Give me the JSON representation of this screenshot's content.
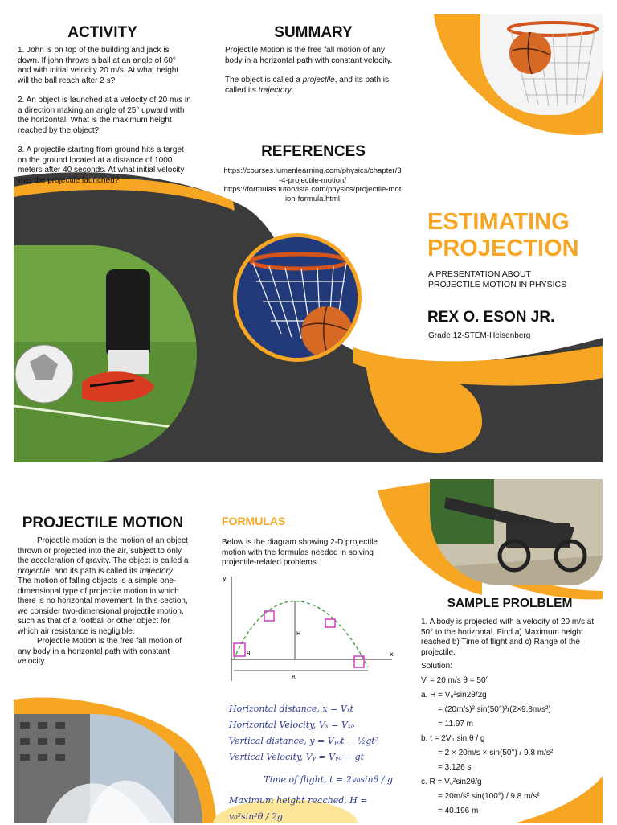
{
  "colors": {
    "accent": "#f6a623",
    "dark": "#3a3a3a",
    "text": "#111111"
  },
  "activity": {
    "title": "ACTIVITY",
    "items": [
      "1. John is on top of the building and jack is down. If john throws a ball at an angle of 60° and with initial velocity 20 m/s. At what height will the ball reach after 2 s?",
      "2. An object is launched at a velocity of 20 m/s in a direction making an angle of 25° upward with the horizontal. What is the maximum height reached by the object?",
      "3. A projectile starting from ground hits a target on the ground located at a distance of 1000 meters after 40 seconds. At what initial velocity was the projectile launched?"
    ]
  },
  "summary": {
    "title": "SUMMARY",
    "p1": "Projectile Motion is the free fall motion of any body in a horizontal path with constant velocity.",
    "p2_pre": "The object is called a ",
    "p2_em1": "projectile",
    "p2_mid": ", and its path is called its ",
    "p2_em2": "trajectory",
    "p2_end": "."
  },
  "references": {
    "title": "REFERENCES",
    "links": [
      "https://courses.lumenlearning.com/physics/chapter/3-4-projectile-motion/",
      "https://formulas.tutorvista.com/physics/projectile-motion-formula.html"
    ]
  },
  "cover": {
    "title_line1": "ESTIMATING",
    "title_line2": "PROJECTION",
    "subtitle_line1": "A PRESENTATION ABOUT",
    "subtitle_line2": "PROJECTILE MOTION IN PHYSICS",
    "author": "REX O. ESON JR.",
    "grade": "Grade 12-STEM-Heisenberg"
  },
  "projectile_motion": {
    "title": "PROJECTILE MOTION",
    "p1_a": "Projectile motion is the motion of an object thrown or projected into the air, subject to only the acceleration of gravity. The object is called a ",
    "p1_em1": "projectile",
    "p1_b": ", and its path is called its ",
    "p1_em2": "trajectory",
    "p1_c": ". The motion of falling objects is a simple one-dimensional type of projectile motion in which there is no horizontal movement. In this section, we consider two-dimensional projectile motion, such as that of a football or other object for which air resistance is negligible.",
    "p2": "Projectile Motion is the free fall motion of any body in a horizontal path with constant velocity."
  },
  "formulas": {
    "title": "FORMULAS",
    "intro": "Below is the diagram showing 2-D projectile motion with the formulas needed in solving projectile-related problems.",
    "diagram_labels": {
      "y": "y",
      "x": "x",
      "H": "H",
      "R": "R",
      "theta": "θ"
    },
    "lines": [
      {
        "label": "Horizontal distance,",
        "expr": "x = Vₓt"
      },
      {
        "label": "Horizontal Velocity,",
        "expr": "Vₓ = Vₓₒ"
      },
      {
        "label": "Vertical distance,",
        "expr": "y = Vᵧₒt − ½gt²"
      },
      {
        "label": "Vertical Velocity,",
        "expr": "Vᵧ = Vᵧₒ − gt"
      },
      {
        "label": "Time of flight,",
        "expr": "t = 2v₀sinθ / g"
      },
      {
        "label": "Maximum height reached,",
        "expr": "H = v₀²sin²θ / 2g"
      }
    ]
  },
  "sample_problem": {
    "title": "SAMPLE PROLBLEM",
    "question": "1. A body is projected with a velocity of 20 m/s at 50° to the horizontal. Find a) Maximum height reached b) Time of flight and c) Range of the projectile.",
    "solution_label": "Solution:",
    "given": "Vᵢ = 20 m/s    θ = 50°",
    "a1": "a. H = V₀²sin2θ/2g",
    "a2": "= (20m/s)² sin(50°)²/(2×9.8m/s²)",
    "a3": "= 11.97 m",
    "b1": "b. t = 2V₀ sin θ / g",
    "b2": "= 2 × 20m/s × sin(50°) / 9.8 m/s²",
    "b3": "= 3.126 s",
    "c1": "c. R = V₀²sin2θ/g",
    "c2": "= 20m/s² sin(100°) / 9.8 m/s²",
    "c3": "= 40.196 m"
  },
  "icons": {
    "basketball_hoop_top": "basketball-hoop-photo",
    "basketball_hoop_mid": "basketball-hoop-photo",
    "soccer_kick": "soccer-ball-photo",
    "cannon": "cannon-photo",
    "fountain": "fountain-photo"
  }
}
